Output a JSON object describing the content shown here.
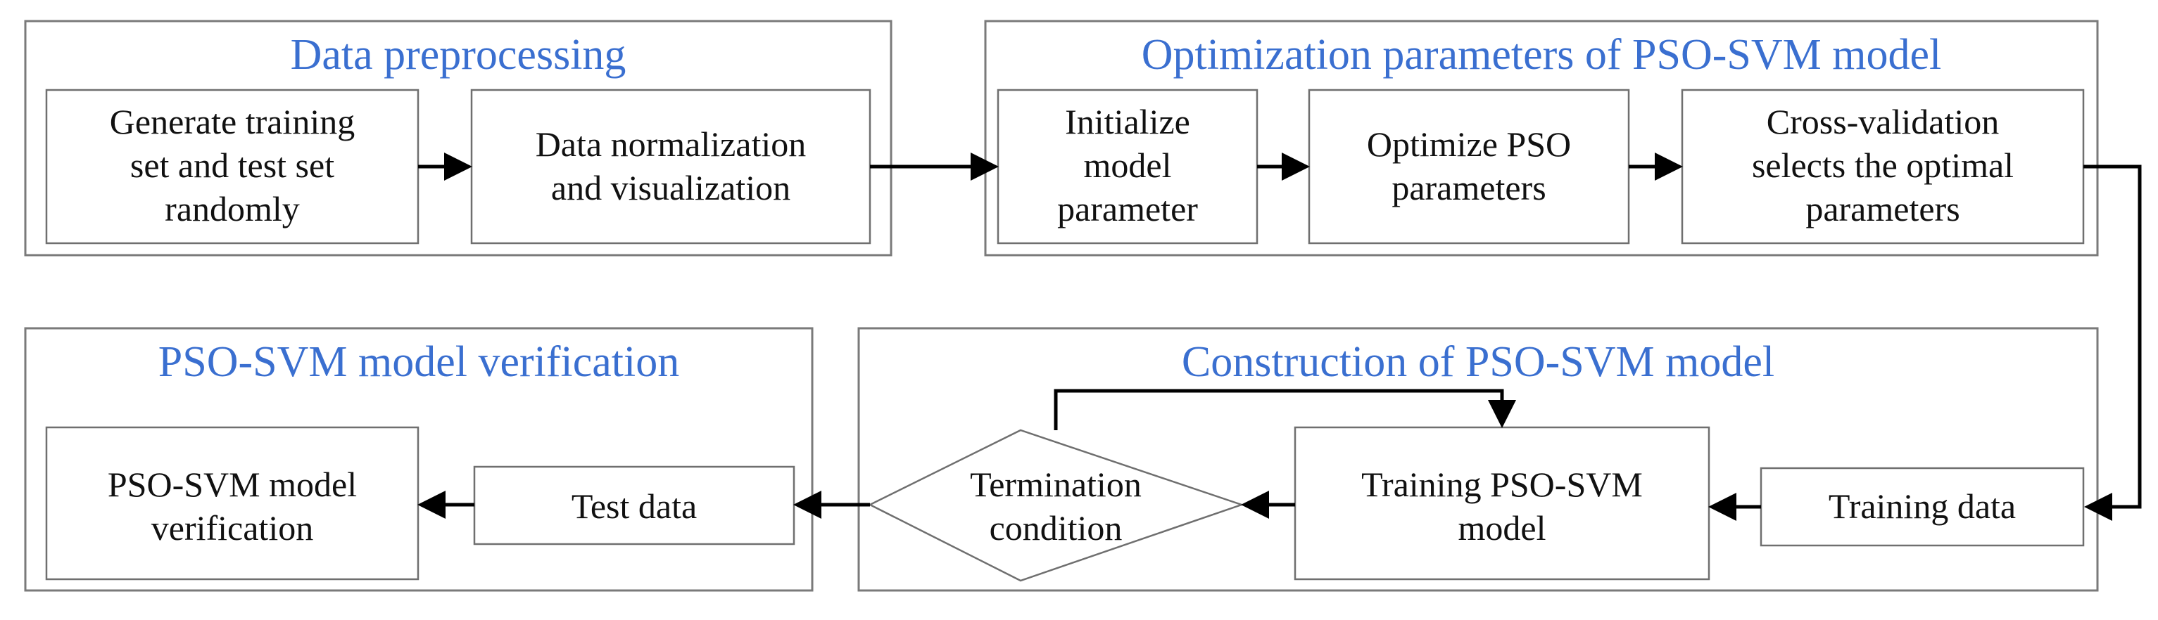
{
  "groups": {
    "preprocessing": {
      "title": "Data preprocessing"
    },
    "optimization": {
      "title": "Optimization parameters of PSO-SVM model"
    },
    "verification": {
      "title": "PSO-SVM model verification"
    },
    "construction": {
      "title": "Construction of PSO-SVM model"
    }
  },
  "nodes": {
    "generate_sets": {
      "lines": [
        "Generate training",
        "set and test set",
        "randomly"
      ]
    },
    "normalization": {
      "lines": [
        "Data normalization",
        "and visualization"
      ]
    },
    "initialize": {
      "lines": [
        "Initialize",
        "model",
        "parameter"
      ]
    },
    "optimize_pso": {
      "lines": [
        "Optimize PSO",
        "parameters"
      ]
    },
    "cross_validation": {
      "lines": [
        "Cross-validation",
        "selects the optimal",
        "parameters"
      ]
    },
    "training_data": {
      "lines": [
        "Training data"
      ]
    },
    "training_model": {
      "lines": [
        "Training PSO-SVM",
        "model"
      ]
    },
    "termination": {
      "lines": [
        "Termination",
        "condition"
      ]
    },
    "test_data": {
      "lines": [
        "Test data"
      ]
    },
    "verification": {
      "lines": [
        "PSO-SVM model",
        "verification"
      ]
    }
  },
  "colors": {
    "title": "#3a6fd0",
    "text": "#111111",
    "border": "#6f6f6f",
    "arrow": "#000000"
  }
}
